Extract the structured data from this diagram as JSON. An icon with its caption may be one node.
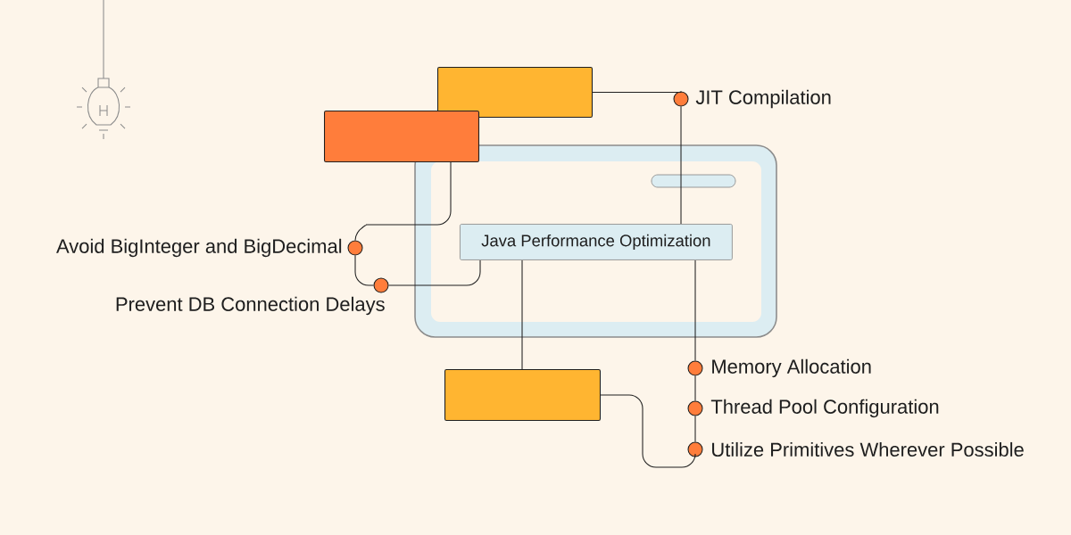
{
  "diagram": {
    "nodes": [
      {
        "text": [],
        "shape": "box"
      },
      {
        "text": [],
        "shape": "box"
      },
      {
        "text": [
          "Java Performance Optimization"
        ]
      },
      {
        "text": [],
        "shape": "box"
      },
      {
        "text": [],
        "shape": "circle",
        "beside": [
          "JIT Compilation"
        ]
      },
      {
        "text": [],
        "shape": "circle",
        "beside": [
          "Avoid BigInteger and BigDecimal"
        ]
      },
      {
        "text": [],
        "shape": "circle",
        "beside": [
          "Prevent DB Connection Delays"
        ]
      },
      {
        "text": [],
        "shape": "circle",
        "beside": [
          "Memory Allocation"
        ]
      },
      {
        "text": [],
        "shape": "circle",
        "beside": [
          "Thread Pool Configuration"
        ]
      },
      {
        "text": [],
        "shape": "circle",
        "beside": [
          "Utilize Primitives Wherever Possible"
        ]
      }
    ],
    "edges": [
      {
        "from": 0,
        "to": 4,
        "arrow": "none"
      },
      {
        "from": 4,
        "to": 2,
        "arrow": "none"
      },
      {
        "from": 1,
        "to": 5,
        "arrow": "none"
      },
      {
        "from": 5,
        "to": 6,
        "arrow": "none"
      },
      {
        "from": 6,
        "to": 2,
        "arrow": "none"
      },
      {
        "from": 2,
        "to": 3,
        "arrow": "none"
      },
      {
        "from": 2,
        "to": 7,
        "arrow": "none"
      },
      {
        "from": 7,
        "to": 8,
        "arrow": "none"
      },
      {
        "from": 8,
        "to": 9,
        "arrow": "none"
      },
      {
        "from": 3,
        "to": 9,
        "arrow": "none"
      }
    ]
  }
}
